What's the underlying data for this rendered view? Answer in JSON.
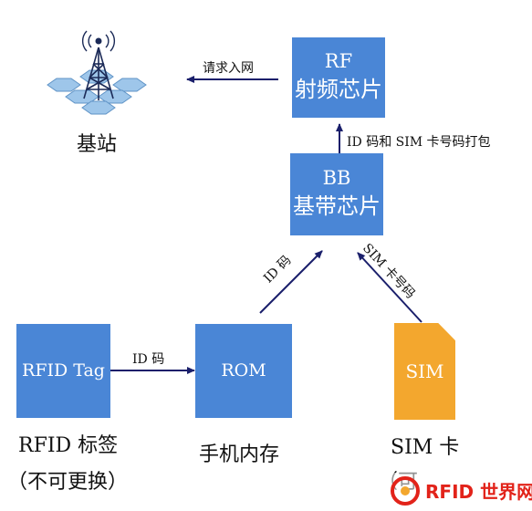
{
  "nodes": {
    "rf": {
      "line1": "RF",
      "line2": "射频芯片"
    },
    "bb": {
      "line1": "BB",
      "line2": "基带芯片"
    },
    "rfid_tag": {
      "label": "RFID Tag"
    },
    "rom": {
      "label": "ROM"
    },
    "sim": {
      "label": "SIM"
    },
    "base_station": {
      "label": "基站"
    }
  },
  "edges": {
    "rf_to_base": "请求入网",
    "bb_to_rf": "ID 码和 SIM 卡号码打包",
    "rom_to_bb": "ID 码",
    "sim_to_bb": "SIM 卡号码",
    "tag_to_rom": "ID 码"
  },
  "captions": {
    "rfid_tag": "RFID 标签",
    "rfid_tag_note": "（不可更换）",
    "rom": "手机内存",
    "sim": "SIM 卡",
    "sim_note": "（可"
  },
  "watermark": {
    "text": "RFID 世界网",
    "color": "#e2231a"
  },
  "colors": {
    "box": "#4a86d6",
    "sim_card": "#f3a72e",
    "arrow": "#1a1f6b"
  }
}
